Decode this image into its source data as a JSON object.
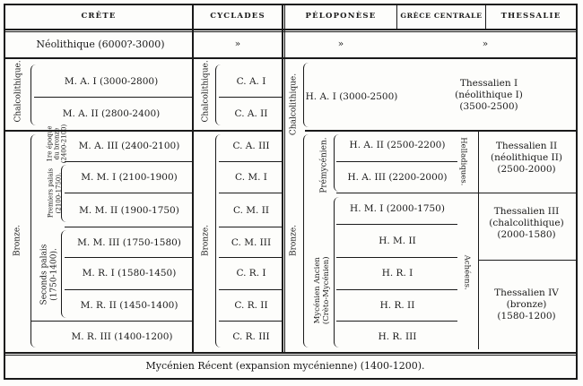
{
  "headers": {
    "crete": "CRÊTE",
    "cyclades": "CYCLADES",
    "peloponese": "PÉLOPONÈSE",
    "grece_centrale": "GRÈCE CENTRALE",
    "thessalie": "THESSALIE"
  },
  "row_neolithique": {
    "crete": "Néolithique (6000?-3000)",
    "cyclades": "»",
    "peloponese": "»",
    "grece": "»"
  },
  "crete": {
    "chalcolithique": "Chalcolithique.",
    "bronze": "Bronze.",
    "epoque_1": "1re époque",
    "epoque_2": "du bronze",
    "epoque_3": "(2400-2100)",
    "premiers_1": "Premiers palais",
    "premiers_2": "(2100-1750).",
    "seconds_1": "Seconds palais",
    "seconds_2": "(1750-1400).",
    "rows": [
      "M. A. I (3000-2800)",
      "M. A. II (2800-2400)",
      "M. A. III (2400-2100)",
      "M. M. I (2100-1900)",
      "M. M. II (1900-1750)",
      "M. M. III (1750-1580)",
      "M. R. I (1580-1450)",
      "M. R. II (1450-1400)",
      "M. R. III (1400-1200)"
    ]
  },
  "cyclades": {
    "chalcolithique": "Chalcolithique.",
    "bronze": "Bronze.",
    "rows": [
      "C. A. I",
      "C. A. II",
      "C. A. III",
      "C. M. I",
      "C. M. II",
      "C. M. III",
      "C. R. I",
      "C. R. II",
      "C. R. III"
    ]
  },
  "peloponese": {
    "chalcolithique": "Chalcolithique.",
    "bronze": "Bronze.",
    "premycenien": "Prémycénien.",
    "mycenien_1": "Mycénien Ancien",
    "mycenien_2": "(Crèto-Mycénien)",
    "helladiques": "Helladiques.",
    "acheens": "Achéens.",
    "ha1": "H. A. I (3000-2500)",
    "rows": [
      "H. A. II (2500-2200)",
      "H. A. III (2200-2000)",
      "H. M. I (2000-1750)",
      "H. M. II",
      "H. R. I",
      "H. R. II",
      "H. R. III"
    ]
  },
  "thessalie": {
    "t1": [
      "Thessalien I",
      "(néolithique I)",
      "(3500-2500)"
    ],
    "t2": [
      "Thessalien II",
      "(néolithique II)",
      "(2500-2000)"
    ],
    "t3": [
      "Thessalien III",
      "(chalcolithique)",
      "(2000-1580)"
    ],
    "t4": [
      "Thessalien IV",
      "(bronze)",
      "(1580-1200)"
    ]
  },
  "footer": "Mycénien Récent (expansion mycénienne) (1400-1200)."
}
